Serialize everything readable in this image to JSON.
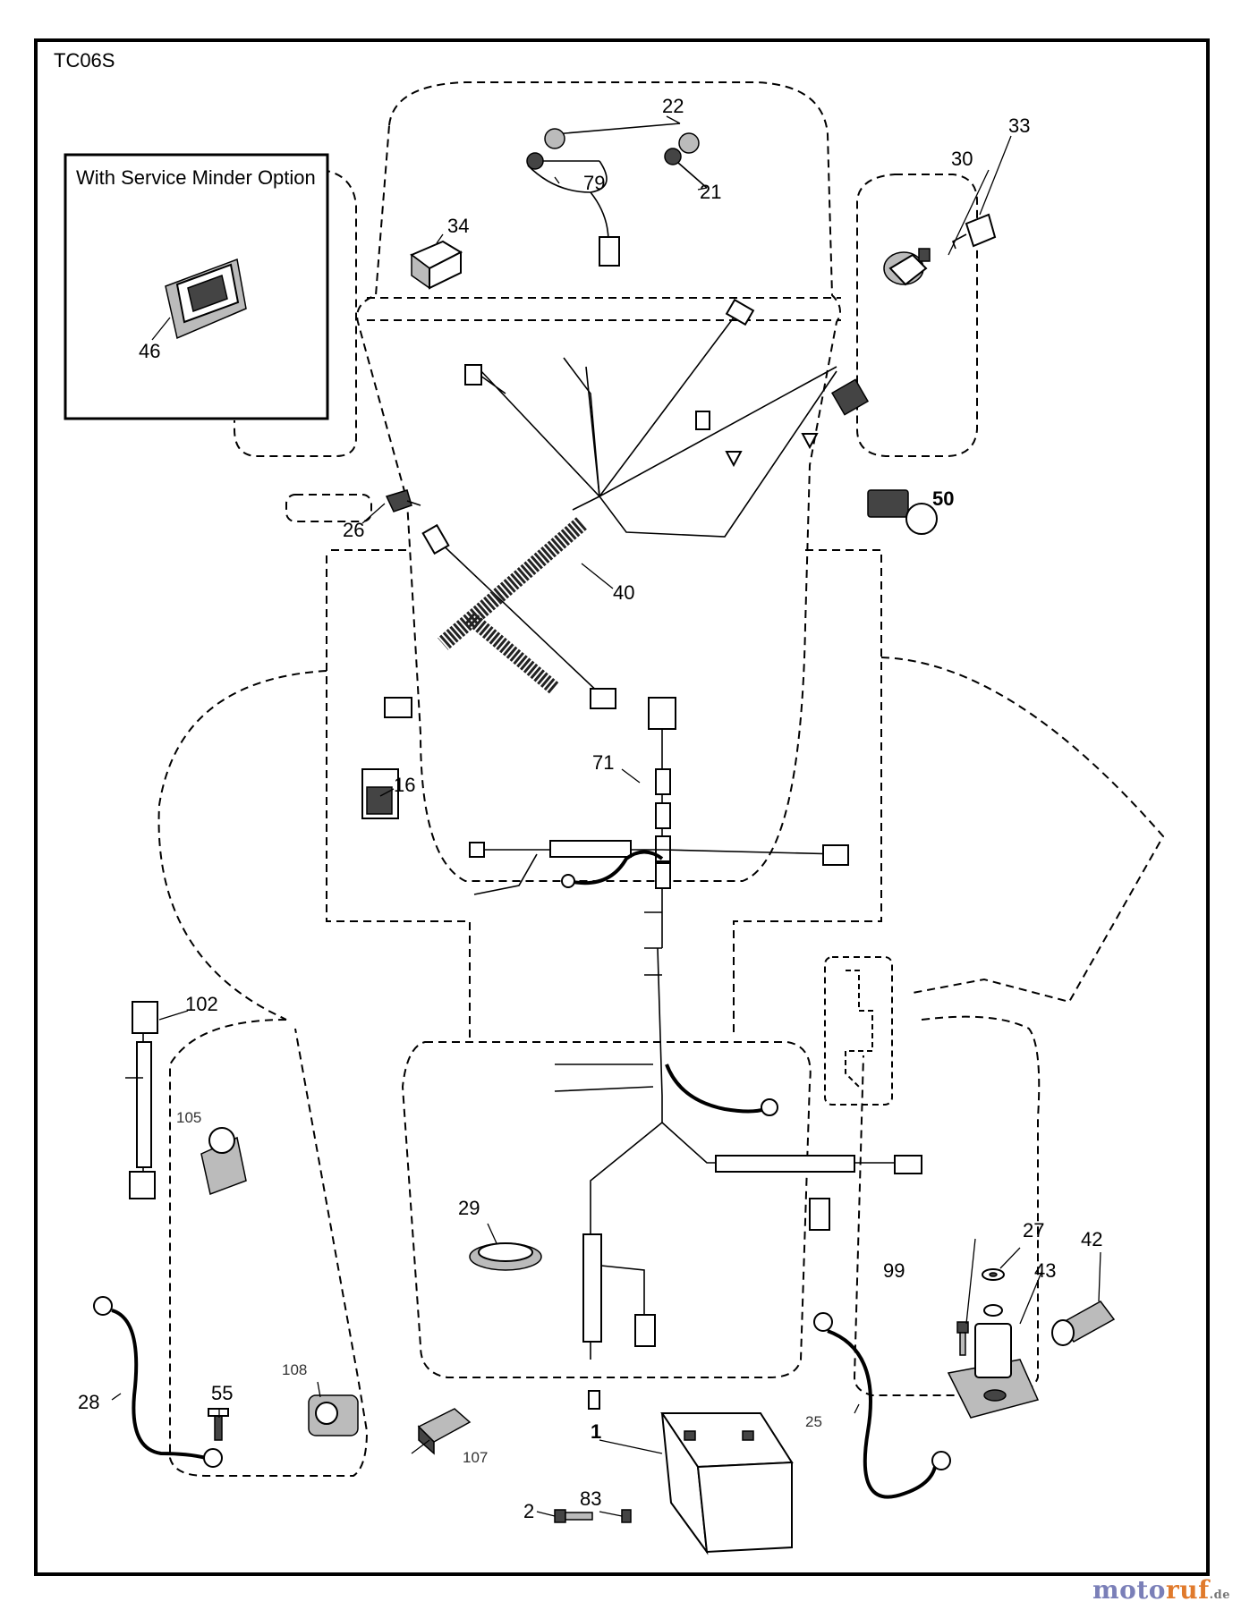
{
  "diagram": {
    "code": "TC06S",
    "inset_title": "With Service Minder Option",
    "part_numbers": {
      "p1": "1",
      "p2": "2",
      "p16": "16",
      "p21": "21",
      "p22": "22",
      "p25": "25",
      "p26": "26",
      "p27": "27",
      "p28": "28",
      "p29": "29",
      "p30": "30",
      "p33": "33",
      "p34": "34",
      "p40": "40",
      "p42": "42",
      "p43": "43",
      "p46": "46",
      "p50": "50",
      "p55": "55",
      "p71": "71",
      "p79": "79",
      "p83": "83",
      "p99": "99",
      "p102": "102",
      "p105": "105",
      "p107": "107",
      "p108": "108"
    }
  },
  "watermark": {
    "part1": "moto",
    "part2": "ruf",
    "part3": ".de"
  }
}
